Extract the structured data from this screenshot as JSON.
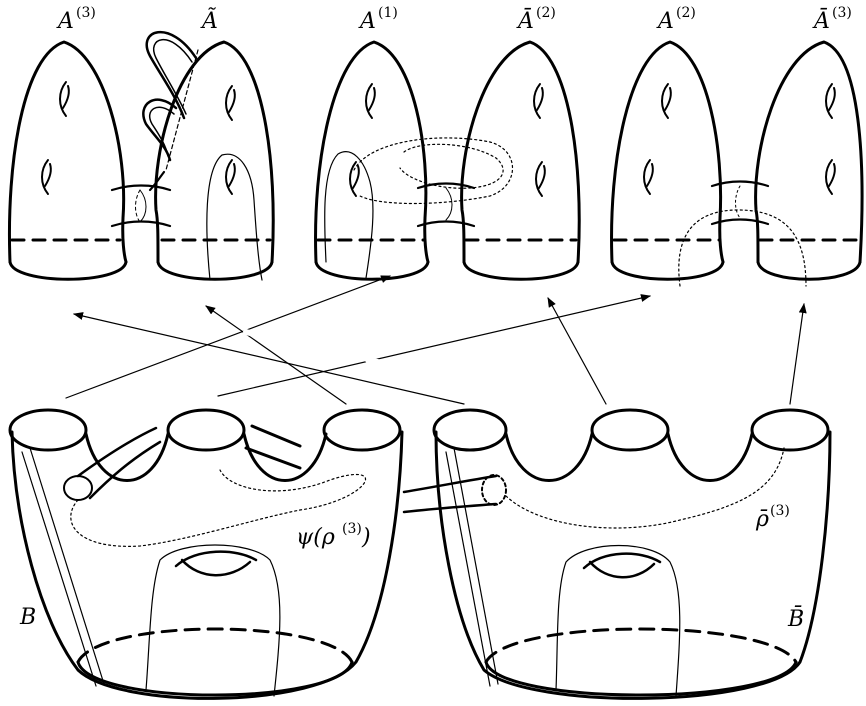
{
  "labels": {
    "top_left_a": "A",
    "top_left_a_sup": "(3)",
    "top_left_b": "Ã",
    "top_mid_a": "A",
    "top_mid_a_sup": "(1)",
    "top_mid_b": "Ā",
    "top_mid_b_sup": "(2)",
    "top_right_a": "A",
    "top_right_a_sup": "(2)",
    "top_right_b": "Ā",
    "top_right_b_sup": "(3)",
    "bottom_left": "B",
    "bottom_right": "B̄",
    "psi": "ψ(ρ",
    "psi_sup": "(3)",
    "psi_close": ")",
    "rho_bar": "ρ̄",
    "rho_bar_sup": "(3)"
  },
  "colors": {
    "ink": "#000000",
    "background": "#ffffff"
  }
}
